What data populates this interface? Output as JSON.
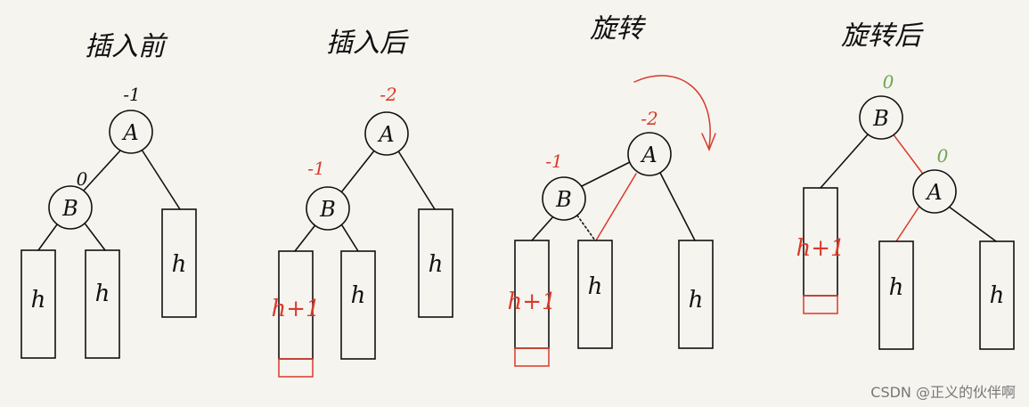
{
  "panels": [
    {
      "title": "插入前",
      "root_balance": "-1",
      "child_balance": "0",
      "root": "A",
      "child": "B",
      "subtrees": [
        "h",
        "h",
        "h"
      ]
    },
    {
      "title": "插入后",
      "root_balance": "-2",
      "child_balance": "-1",
      "root": "A",
      "child": "B",
      "subtrees": [
        "h+1",
        "h",
        "h"
      ]
    },
    {
      "title": "旋转",
      "root_balance": "-2",
      "child_balance": "-1",
      "root": "A",
      "child": "B",
      "subtrees": [
        "h+1",
        "h",
        "h"
      ]
    },
    {
      "title": "旋转后",
      "root_balance": "0",
      "child_balance": "0",
      "root": "B",
      "child": "A",
      "subtrees": [
        "h+1",
        "h",
        "h"
      ]
    }
  ],
  "watermark": "CSDN @正义的伙伴啊",
  "colors": {
    "ink": "#111111",
    "red": "#d9392b",
    "green": "#6aa84f"
  }
}
